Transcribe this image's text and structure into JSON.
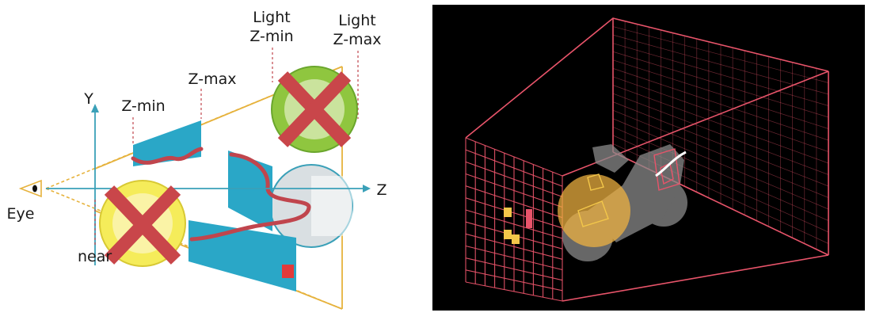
{
  "left": {
    "labels": {
      "light_zmin": [
        "Light",
        "Z-min"
      ],
      "light_zmax": [
        "Light",
        "Z-max"
      ],
      "zmax": "Z-max",
      "zmin": "Z-min",
      "y": "Y",
      "z": "Z",
      "eye": "Eye",
      "near": "near"
    },
    "colors": {
      "axis": "#3aa0b8",
      "frustum": "#e6b23c",
      "slice_fill": "#2aa7c7",
      "curve": "#c0454d",
      "cross": "#c9464a",
      "green_light": "#8fc63f",
      "yellow_light": "#f5ec5a",
      "grey_light": "#d9dfe2",
      "marker": "#e23a3a"
    },
    "icons": [
      "eye-icon",
      "cross-icon"
    ]
  },
  "right": {
    "colors": {
      "grid": "#e8546a",
      "highlight_cell": "#f3c74a",
      "light_sphere": "#f2b441",
      "silhouette": "#8a8a8a",
      "background": "#000000"
    },
    "grid": {
      "cols": 10,
      "rows": 12
    }
  }
}
